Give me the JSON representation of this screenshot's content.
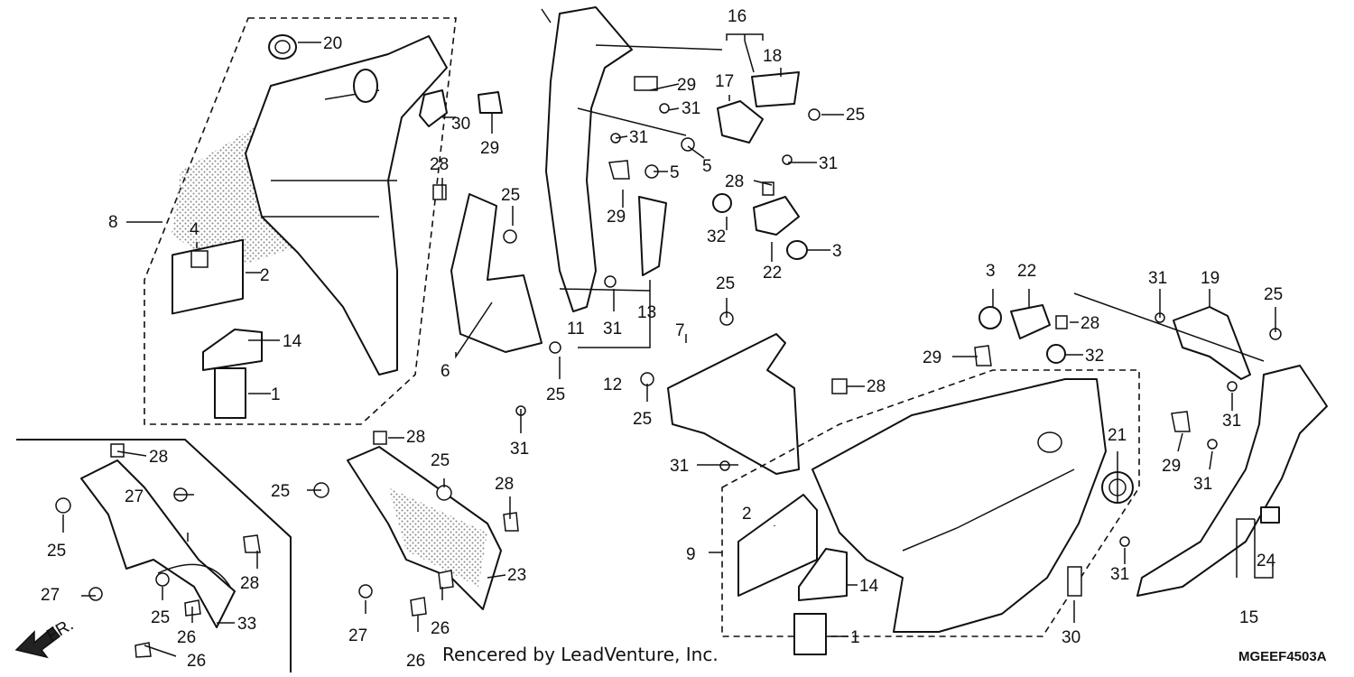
{
  "diagram": {
    "callouts": {
      "c1a": "1",
      "c1b": "1",
      "c2a": "2",
      "c2b": "2",
      "c3a": "3",
      "c3b": "3",
      "c4": "4",
      "c5a": "5",
      "c5b": "5",
      "c6": "6",
      "c7": "7",
      "c8": "8",
      "c9": "9",
      "c11": "11",
      "c12": "12",
      "c13": "13",
      "c14a": "14",
      "c14b": "14",
      "c15": "15",
      "c16": "16",
      "c17": "17",
      "c18": "18",
      "c19": "19",
      "c20": "20",
      "c21": "21",
      "c22a": "22",
      "c22b": "22",
      "c23": "23",
      "c24": "24",
      "c25a": "25",
      "c25b": "25",
      "c25c": "25",
      "c25d": "25",
      "c25e": "25",
      "c25f": "25",
      "c25g": "25",
      "c25h": "25",
      "c25i": "25",
      "c25j": "25",
      "c26a": "26",
      "c26b": "26",
      "c26c": "26",
      "c26d": "26",
      "c27a": "27",
      "c27b": "27",
      "c27c": "27",
      "c28a": "28",
      "c28b": "28",
      "c28c": "28",
      "c28d": "28",
      "c28e": "28",
      "c28f": "28",
      "c28g": "28",
      "c28h": "28",
      "c29a": "29",
      "c29b": "29",
      "c29c": "29",
      "c29d": "29",
      "c29e": "29",
      "c30a": "30",
      "c30b": "30",
      "c31a": "31",
      "c31b": "31",
      "c31c": "31",
      "c31d": "31",
      "c31e": "31",
      "c31f": "31",
      "c31g": "31",
      "c31h": "31",
      "c31i": "31",
      "c31j": "31",
      "c32a": "32",
      "c32b": "32",
      "c33": "33"
    },
    "direction_label": "FR.",
    "footer_credit": "Rencered by LeadVenture, Inc.",
    "diagram_code": "MGEEF4503A"
  }
}
